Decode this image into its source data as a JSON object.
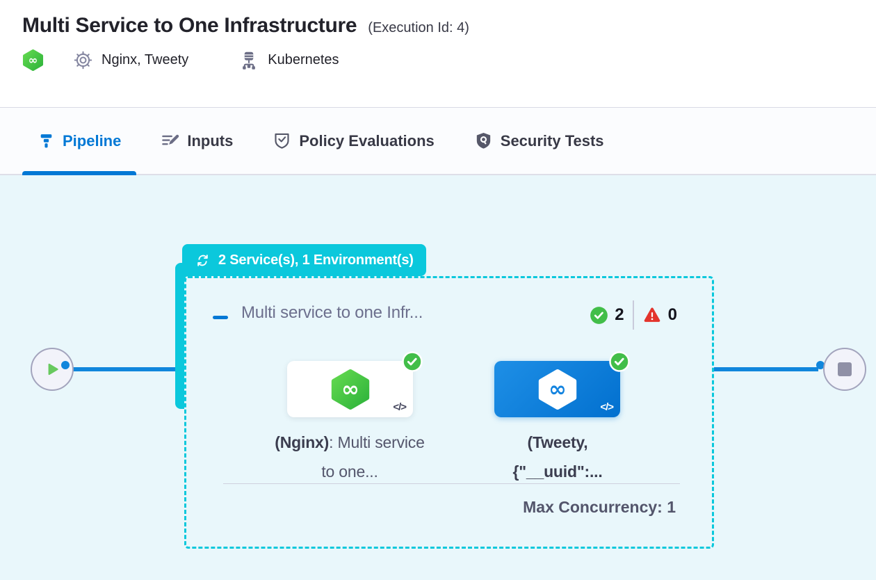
{
  "header": {
    "title": "Multi Service to One Infrastructure",
    "execution_id": "(Execution Id: 4)",
    "services": "Nginx, Tweety",
    "infrastructure": "Kubernetes"
  },
  "tabs": {
    "pipeline": "Pipeline",
    "inputs": "Inputs",
    "policy": "Policy Evaluations",
    "security": "Security Tests"
  },
  "canvas": {
    "badge": "2 Service(s), 1 Environment(s)",
    "stage": {
      "title": "Multi service to one Infr...",
      "success_count": "2",
      "error_count": "0",
      "max_concurrency": "Max Concurrency: 1"
    },
    "nodes": [
      {
        "name": "(Nginx)",
        "suffix": ": Multi service to one...",
        "code_glyph": "</>",
        "status": "success"
      },
      {
        "name": "(Tweety, {\"__uuid\":...",
        "suffix": "",
        "code_glyph": "</>",
        "status": "success"
      }
    ]
  },
  "colors": {
    "teal": "#0BC8DC",
    "blue": "#0278D5",
    "green": "#42BE49",
    "red": "#E3342C",
    "canvas_bg": "#E9F7FB"
  }
}
